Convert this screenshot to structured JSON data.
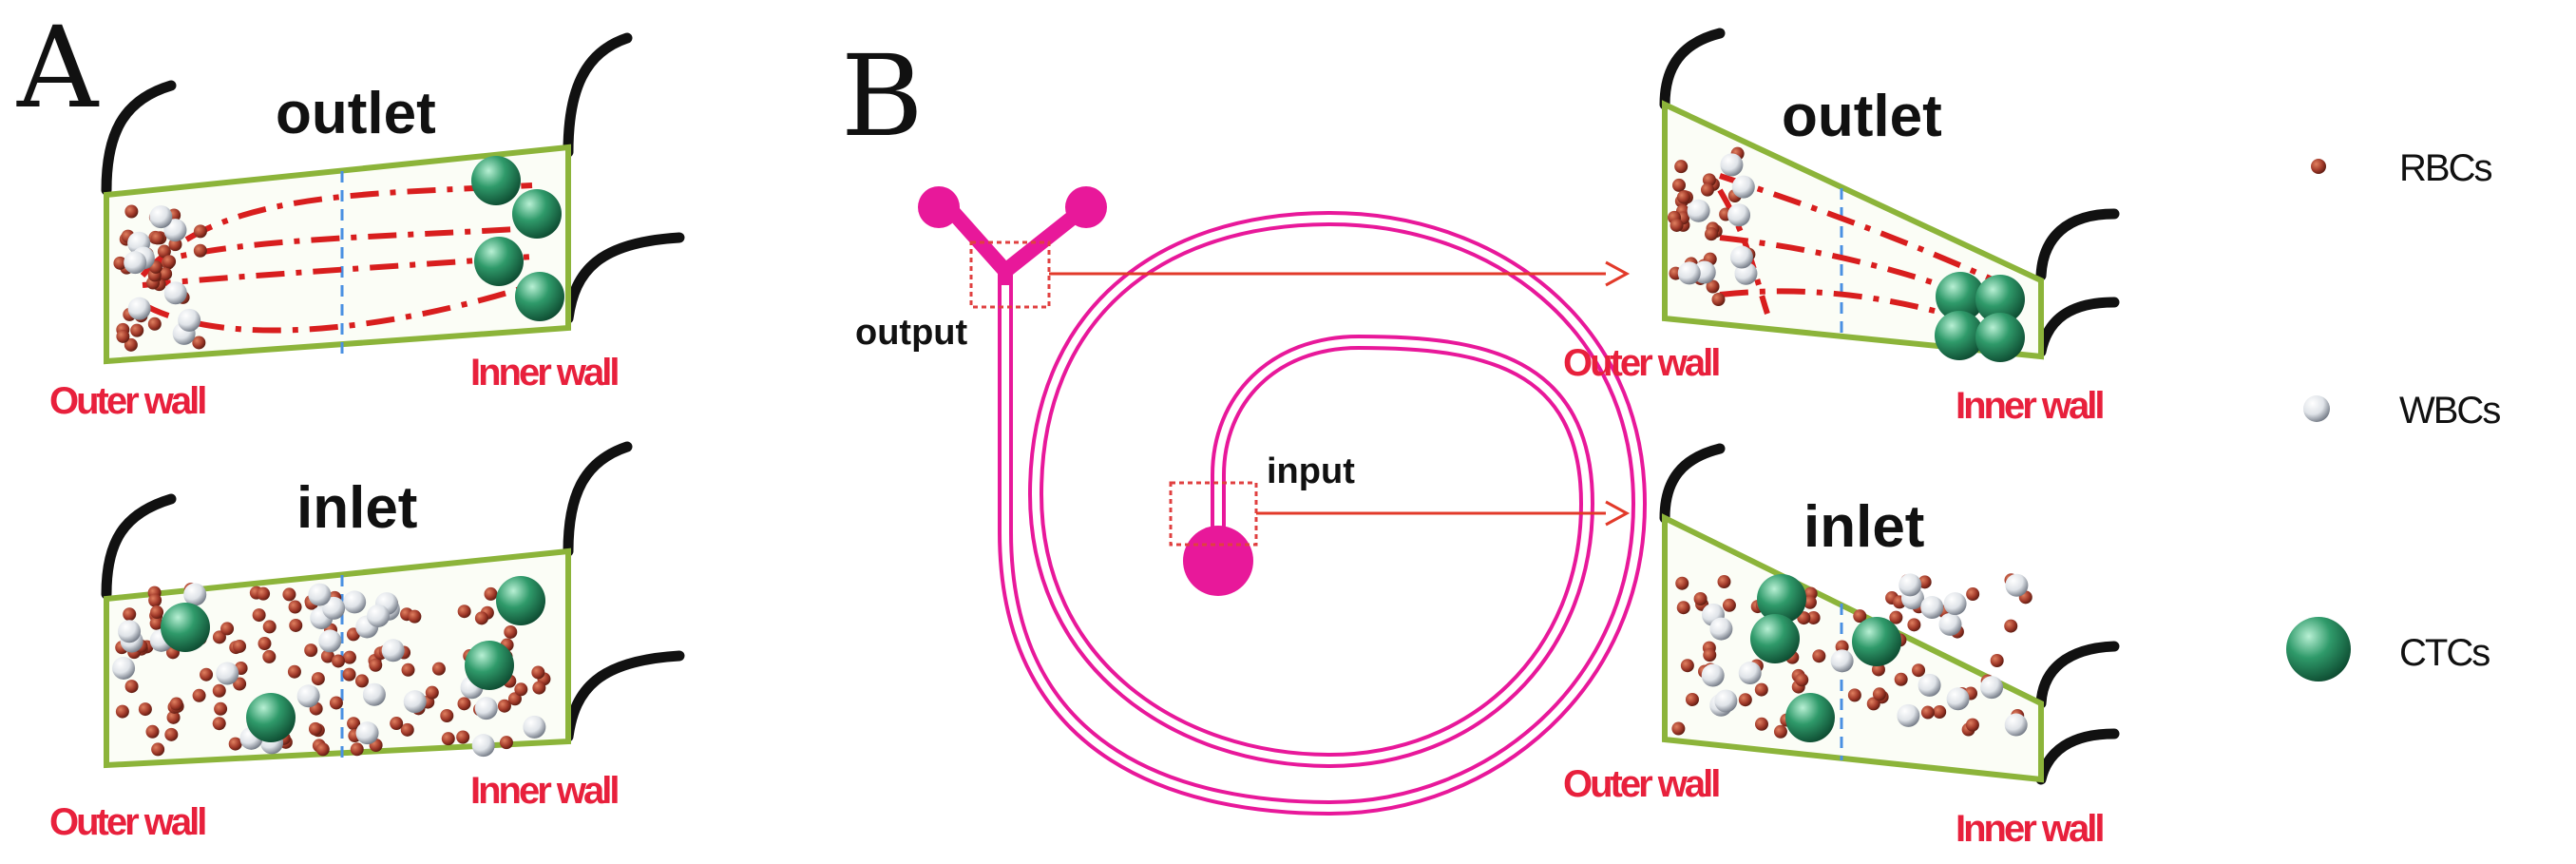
{
  "panels": {
    "a": {
      "letter": "A",
      "outlet_label": "outlet",
      "inlet_label": "inlet",
      "outer_wall_label": "Outer wall",
      "inner_wall_label": "Inner wall"
    },
    "b": {
      "letter": "B",
      "output_label": "output",
      "input_label": "input",
      "outlet_label": "outlet",
      "inlet_label": "inlet",
      "outer_wall_label": "Outer wall",
      "inner_wall_label": "Inner wall"
    }
  },
  "legend": [
    {
      "label": "RBCs",
      "kind": "rbc"
    },
    {
      "label": "WBCs",
      "kind": "wbc"
    },
    {
      "label": "CTCs",
      "kind": "ctc"
    }
  ],
  "colors": {
    "rbc": "#a23a2a",
    "wbc": "#e8ecef",
    "ctc": "#2f9a6a",
    "channel_border": "#8cb43a",
    "spiral": "#e8189a",
    "wall_text": "#e8203c",
    "trajectory": "#d81e1e",
    "centerline": "#4a90e2"
  }
}
